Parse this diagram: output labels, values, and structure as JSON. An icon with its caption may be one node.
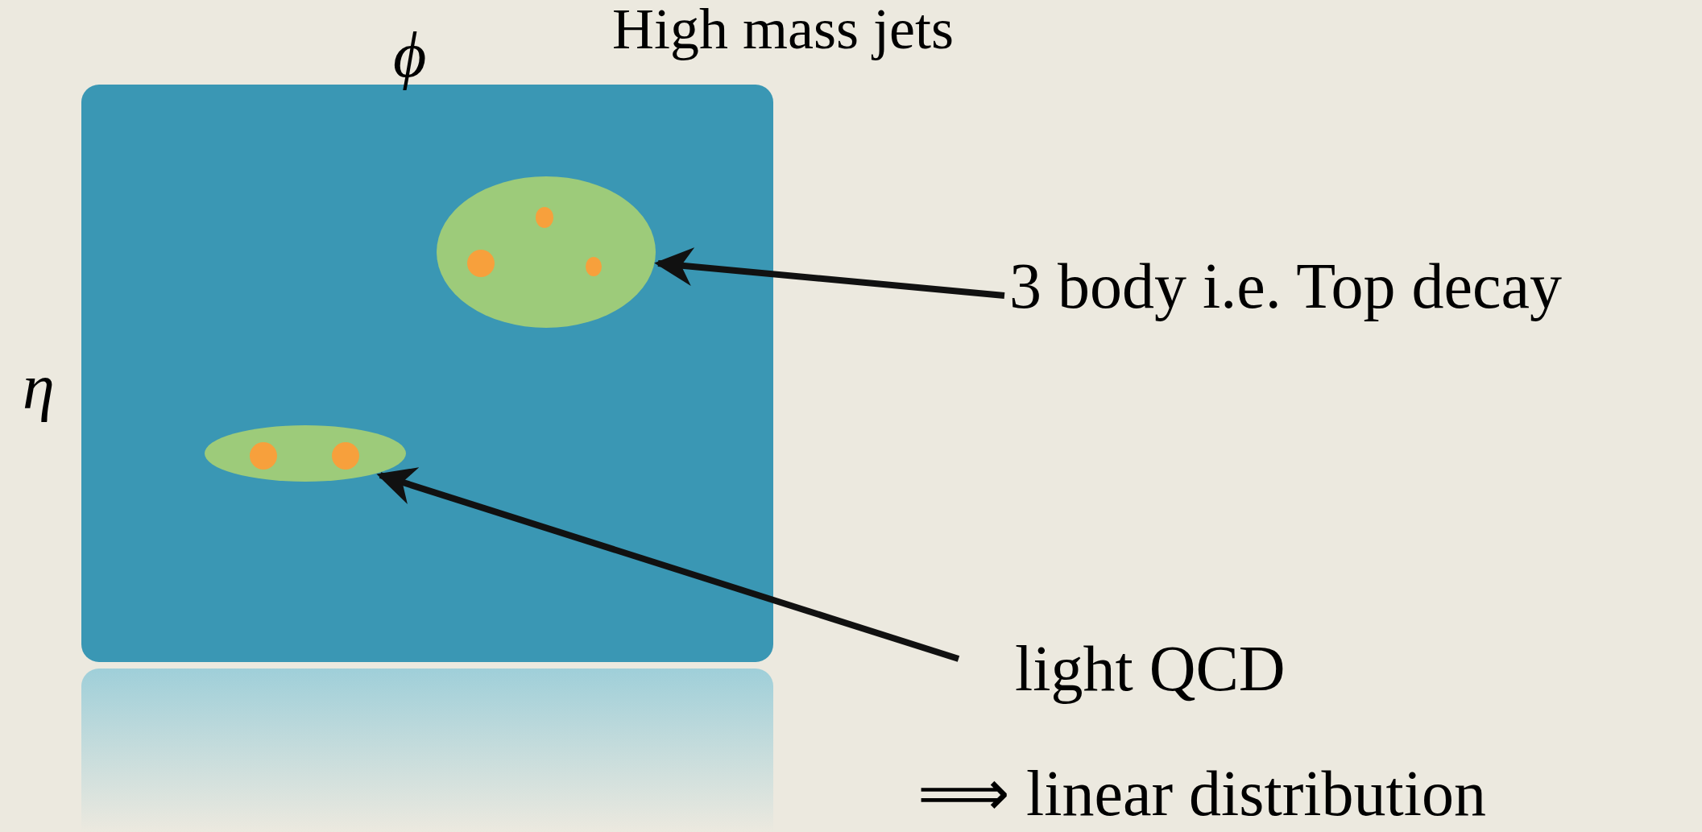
{
  "diagram": {
    "title": "High mass jets",
    "nodes": [
      {
        "text": [],
        "shape": "box"
      },
      {
        "text": [],
        "shape": "ellipse",
        "in": 0
      },
      {
        "text": [
          "3 body i.e. Top decay"
        ]
      },
      {
        "text": [],
        "shape": "ellipse",
        "in": 0
      },
      {
        "text": [
          "light QCD"
        ]
      },
      {
        "text": [],
        "shape": "box"
      }
    ],
    "edges": [
      {
        "from": 2,
        "to": 1,
        "arrow": "to"
      },
      {
        "from": 4,
        "to": 3,
        "arrow": "to"
      }
    ],
    "labels": [
      "ϕ",
      "η",
      "⟹ linear distribution"
    ]
  }
}
